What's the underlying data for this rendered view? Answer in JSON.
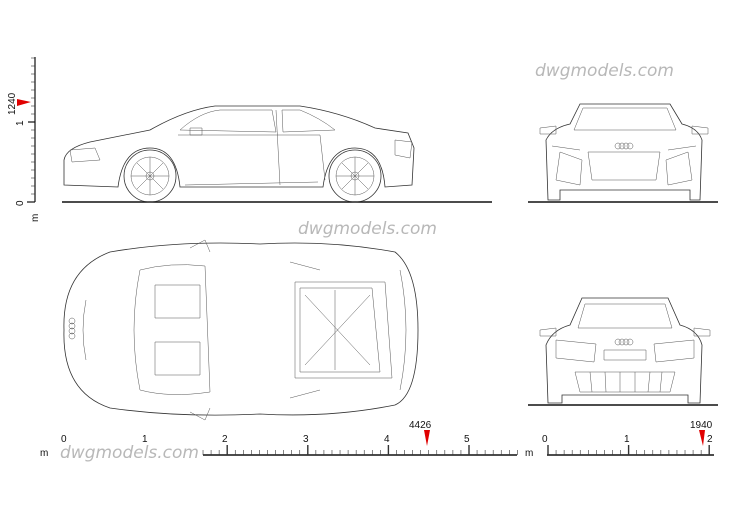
{
  "watermarks": [
    "dwgmodels.com",
    "dwgmodels.com",
    "dwgmodels.com"
  ],
  "unit": "m",
  "vertical_scale": {
    "labels": [
      "0",
      "1"
    ],
    "marker_value": "1240",
    "marker_color": "#e00000"
  },
  "length_scale": {
    "labels": [
      "0",
      "1",
      "2",
      "3",
      "4",
      "5"
    ],
    "marker_value": "4426",
    "marker_color": "#e00000"
  },
  "width_scale": {
    "labels": [
      "0",
      "1",
      "2"
    ],
    "marker_value": "1940",
    "marker_color": "#e00000"
  },
  "badge": "audi-rings"
}
